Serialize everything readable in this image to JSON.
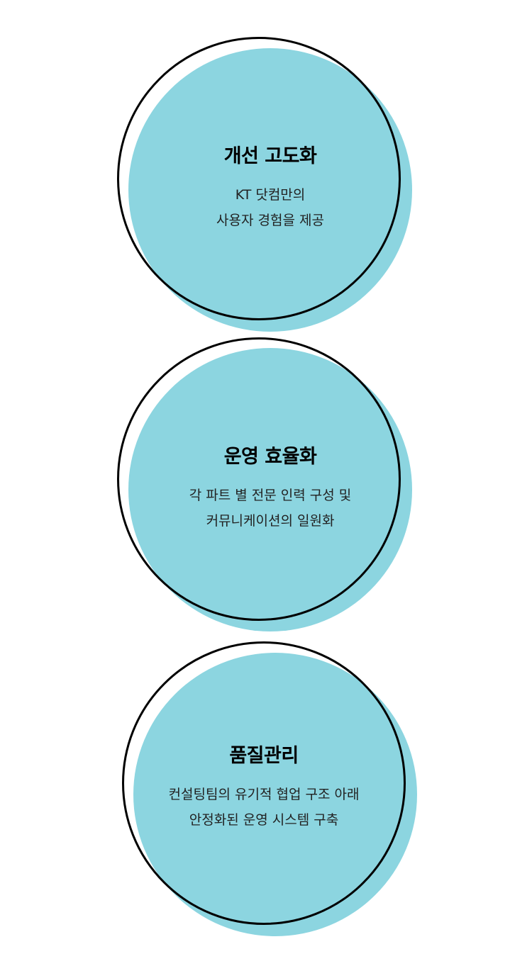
{
  "colors": {
    "circle_fill": "#8cd5e0",
    "circle_ring": "#000000"
  },
  "cards": [
    {
      "title": "개선 고도화",
      "lines": [
        "KT 닷컴만의",
        "사용자 경험을 제공"
      ]
    },
    {
      "title": "운영 효율화",
      "lines": [
        "각 파트 별 전문 인력 구성 및",
        "커뮤니케이션의 일원화"
      ]
    },
    {
      "title": "품질관리",
      "lines": [
        "컨설팅팀의 유기적 협업 구조 아래",
        "안정화된 운영 시스템 구축"
      ]
    }
  ]
}
